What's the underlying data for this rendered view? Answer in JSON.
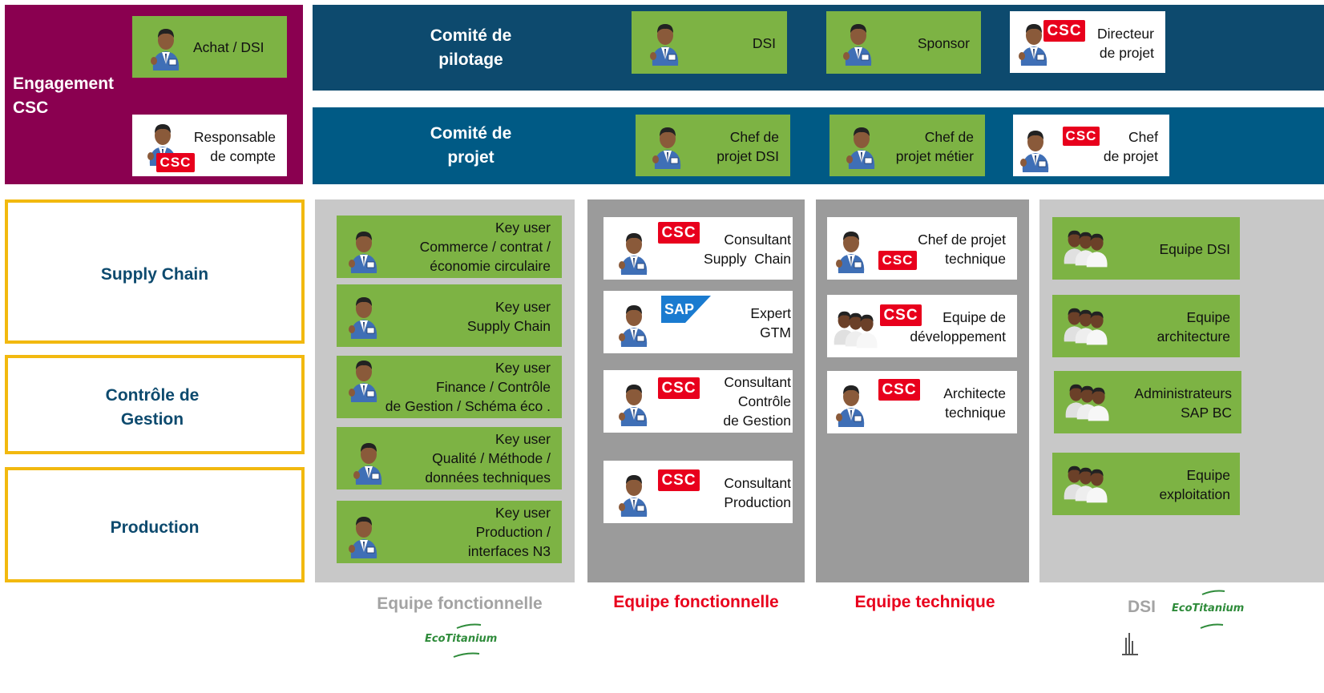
{
  "engagement": {
    "title": "Engagement\nCSC",
    "achat": "Achat / DSI",
    "responsable": "Responsable\nde compte"
  },
  "pilotage": {
    "title": "Comité de\npilotage",
    "dsi": "DSI",
    "sponsor": "Sponsor",
    "directeur": "Directeur\nde projet"
  },
  "projet": {
    "title": "Comité de\nprojet",
    "chef_dsi": "Chef de\nprojet DSI",
    "chef_metier": "Chef de\nprojet métier",
    "chef": "Chef\nde projet"
  },
  "domains": {
    "supply": "Supply Chain",
    "controle": "Contrôle de\nGestion",
    "production": "Production"
  },
  "col1": {
    "items": [
      "Key user\nCommerce / contrat /\néconomie circulaire",
      "Key user\nSupply Chain",
      "Key user\nFinance / Contrôle\nde Gestion / Schéma éco .",
      "Key user\nQualité / Méthode /\ndonnées techniques",
      "Key user\nProduction /\ninterfaces N3"
    ],
    "label": "Equipe fonctionnelle",
    "logo": "EcoTitanium"
  },
  "col2": {
    "items": [
      "Consultant\nSupply  Chain",
      "Expert\nGTM",
      "Consultant\nContrôle\nde Gestion",
      "Consultant\nProduction"
    ],
    "label": "Equipe fonctionnelle"
  },
  "col3": {
    "items": [
      "Chef de projet\ntechnique",
      "Equipe de\ndéveloppement",
      "Architecte\ntechnique"
    ],
    "label": "Equipe technique"
  },
  "col4": {
    "items": [
      "Equipe DSI",
      "Equipe\narchitecture",
      "Administrateurs\nSAP BC",
      "Equipe\nexploitation"
    ],
    "label": "DSI",
    "logo": "EcoTitanium"
  },
  "logos": {
    "csc": "CSC",
    "sap": "SAP"
  },
  "colors": {
    "engagement_bg": "#8a0050",
    "pilotage_bg": "#0d4a6e",
    "projet_bg": "#005a85",
    "green": "#7db344",
    "gray_col": "#c8c8c8",
    "dark_gray_col": "#9b9b9b",
    "domain_border": "#f2b90f",
    "domain_text": "#0d4a6e",
    "red_label": "#e8001c"
  }
}
